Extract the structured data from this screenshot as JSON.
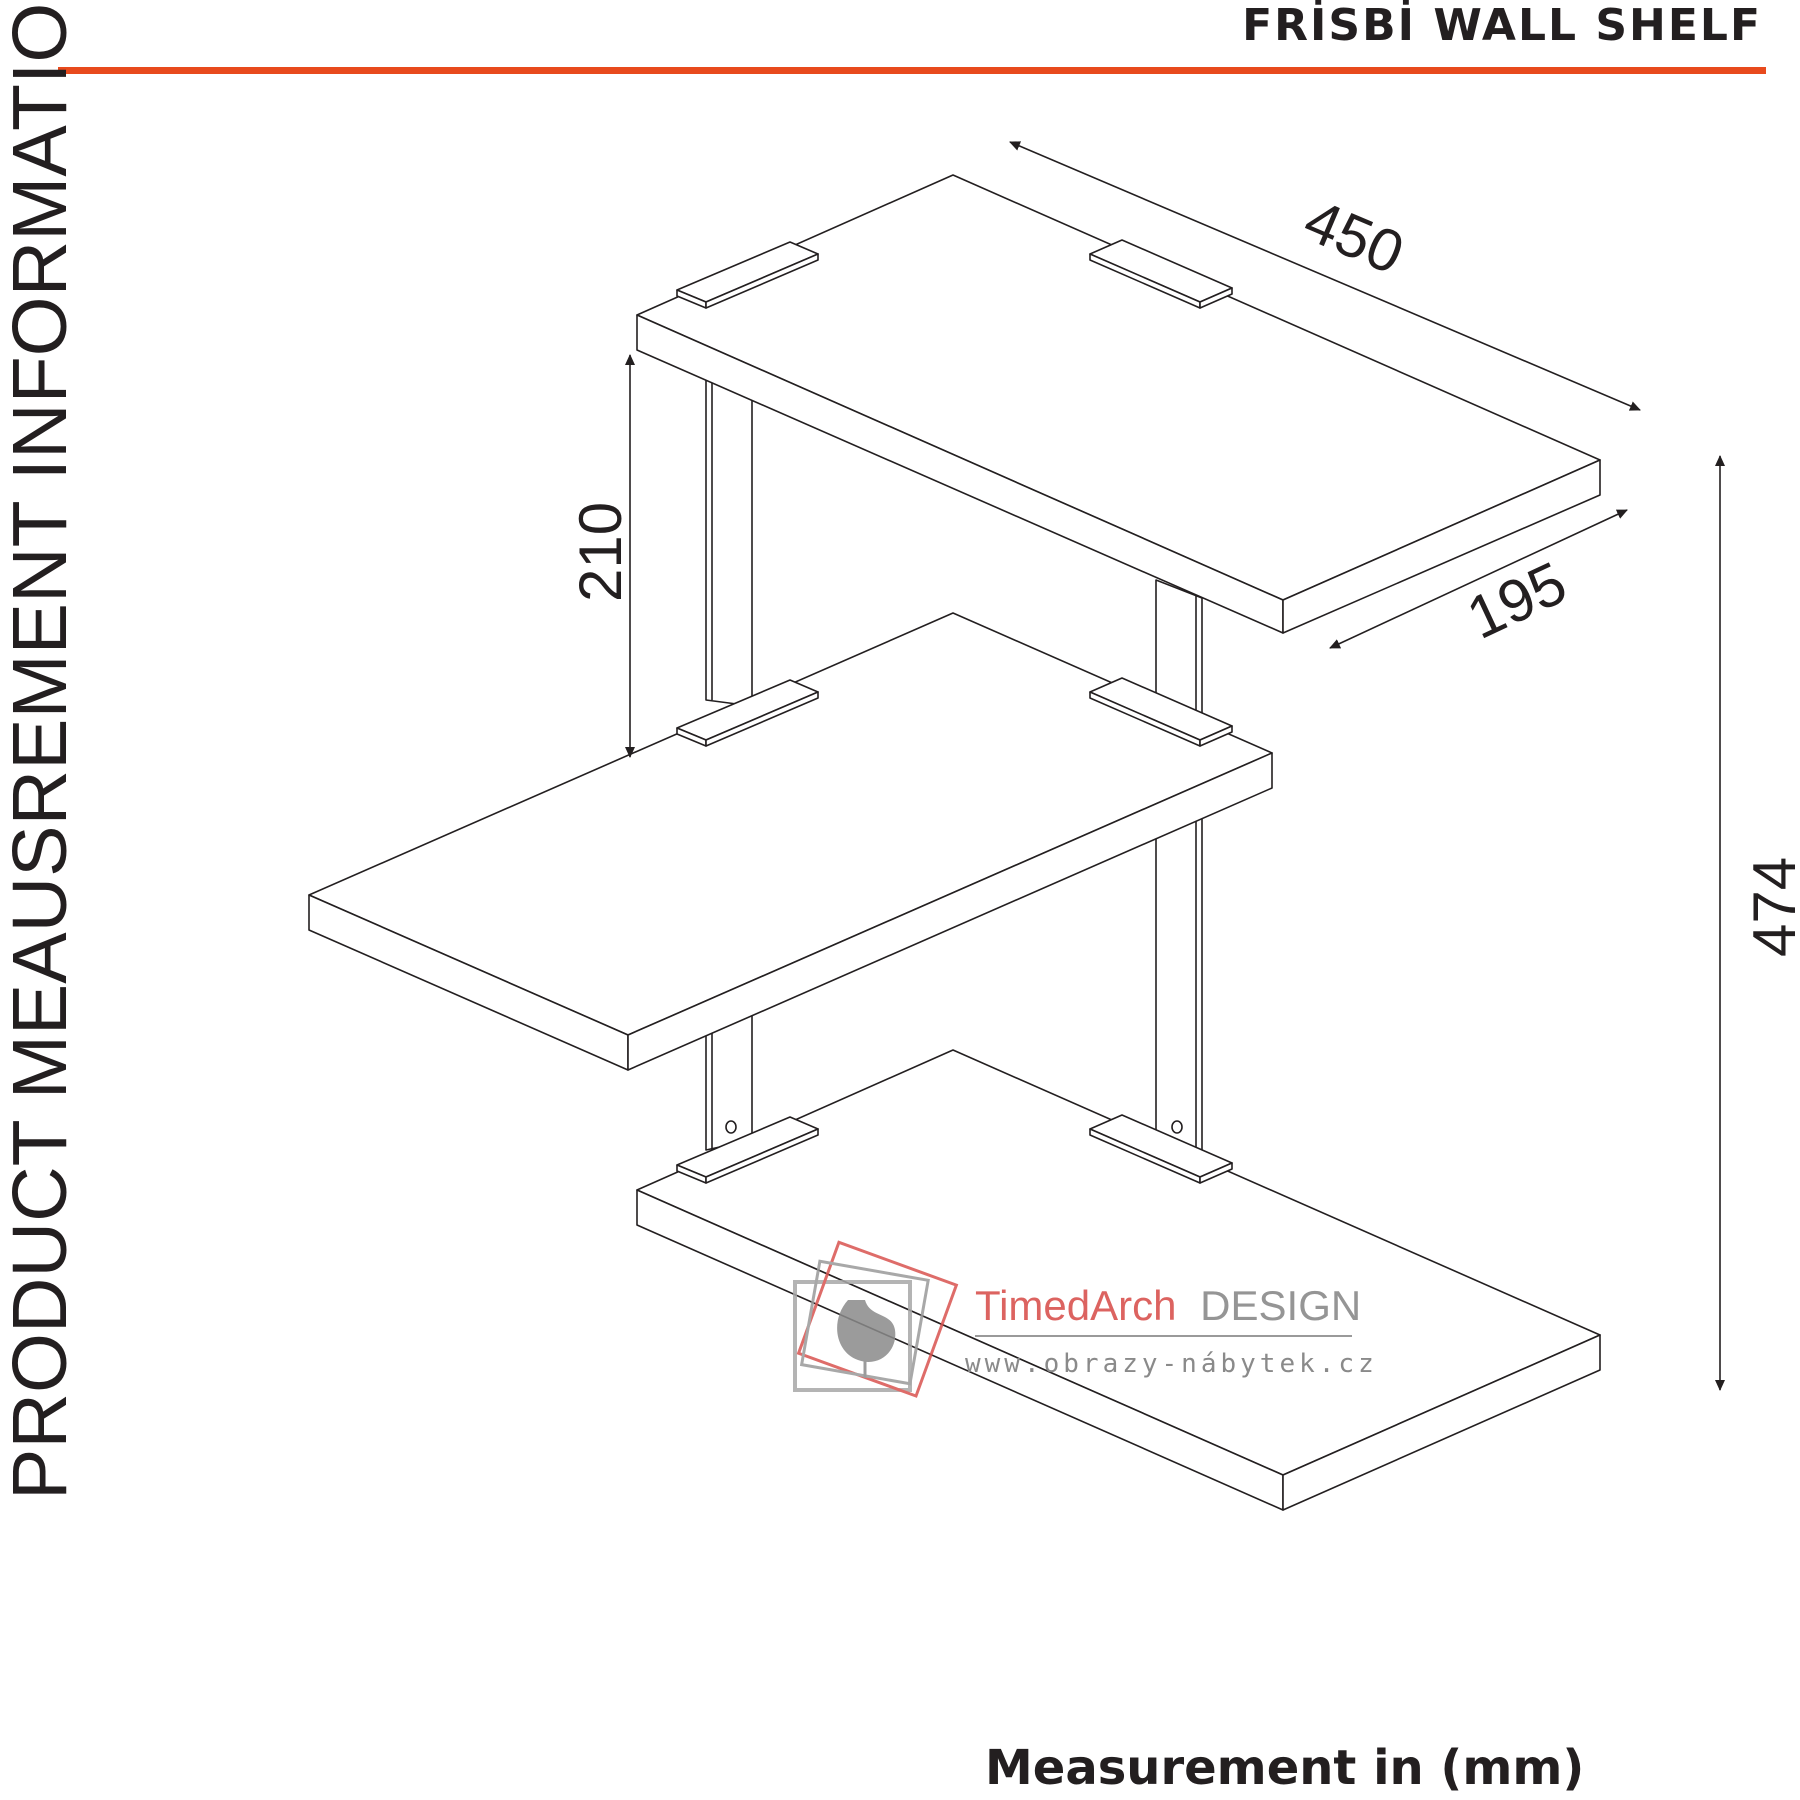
{
  "header": {
    "title": "FRİSBİ WALL SHELF",
    "accent_color": "#e84a1d"
  },
  "side_title": "PRODUCT MEAUSREMENT INFORMATION",
  "dimensions": {
    "width": "450",
    "depth": "195",
    "shelf_spacing": "210",
    "total_height": "474"
  },
  "watermark": {
    "brand_part1": "TimedArch",
    "brand_part2": "DESIGN",
    "url": "www.obrazy-nábytek.cz"
  },
  "footer": {
    "note": "Measurement in (mm)"
  }
}
